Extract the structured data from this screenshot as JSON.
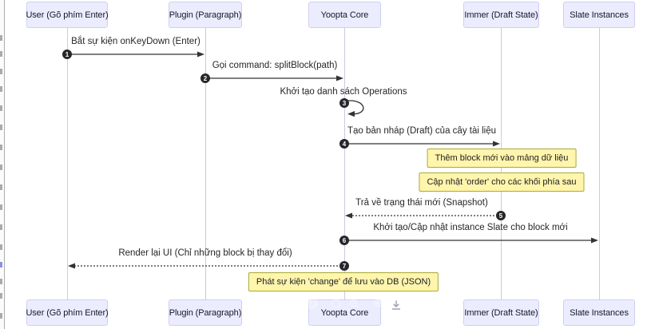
{
  "diagram": {
    "type": "sequence",
    "participants": [
      {
        "label": "User (Gõ phím Enter)"
      },
      {
        "label": "Plugin (Paragraph)"
      },
      {
        "label": "Yoopta Core"
      },
      {
        "label": "Immer (Draft State)"
      },
      {
        "label": "Slate Instances"
      }
    ],
    "messages": [
      {
        "num": "1",
        "from": "User (Gõ phím Enter)",
        "to": "Plugin (Paragraph)",
        "style": "solid",
        "text": "Bắt sự kiện onKeyDown (Enter)"
      },
      {
        "num": "2",
        "from": "Plugin (Paragraph)",
        "to": "Yoopta Core",
        "style": "solid",
        "text": "Gọi command: splitBlock(path)"
      },
      {
        "num": "3",
        "from": "Yoopta Core",
        "to": "Yoopta Core",
        "style": "self",
        "text": "Khởi tạo danh sách Operations"
      },
      {
        "num": "4",
        "from": "Yoopta Core",
        "to": "Immer (Draft State)",
        "style": "solid",
        "text": "Tạo bản nháp (Draft) của cây tài liệu"
      },
      {
        "num": "5",
        "from": "Immer (Draft State)",
        "to": "Yoopta Core",
        "style": "dashed",
        "text": "Trả về trạng thái mới (Snapshot)"
      },
      {
        "num": "6",
        "from": "Yoopta Core",
        "to": "Slate Instances",
        "style": "solid",
        "text": "Khởi tạo/Cập nhật instance Slate cho block mới"
      },
      {
        "num": "7",
        "from": "Yoopta Core",
        "to": "User (Gõ phím Enter)",
        "style": "dashed",
        "text": "Render lại UI (Chỉ những block bị thay đổi)"
      }
    ],
    "notes": [
      {
        "over": "Immer (Draft State)",
        "text": "Thêm block mới vào mảng dữ liệu"
      },
      {
        "over": "Immer (Draft State)",
        "text": "Cập nhật 'order' cho các khối phía sau"
      },
      {
        "over": "Yoopta Core",
        "text": "Phát sự kiện 'change' để lưu vào DB (JSON)"
      }
    ],
    "colors": {
      "participant_fill": "#ECECFF",
      "participant_border": "#CFCFF0",
      "note_fill": "#FFF5AD",
      "note_border": "#AAAA33",
      "lifeline": "#C9C9E5",
      "arrow": "#333333",
      "number_badge": "#27272A"
    }
  },
  "overlay_toolbar": {
    "icons": [
      "copy",
      "frame",
      "zoom-out",
      "zoom-in",
      "download"
    ]
  }
}
